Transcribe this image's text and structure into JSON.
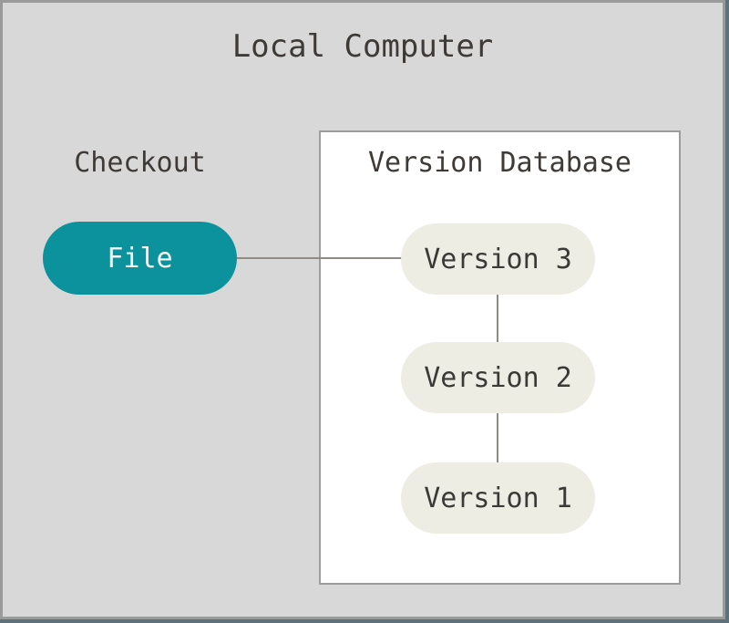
{
  "diagram": {
    "title": "Local Computer",
    "checkout": {
      "label": "Checkout",
      "file_node_label": "File"
    },
    "version_database": {
      "title": "Version Database",
      "versions": [
        {
          "label": "Version 3"
        },
        {
          "label": "Version 2"
        },
        {
          "label": "Version 1"
        }
      ]
    },
    "colors": {
      "canvas_background": "#d8d8d8",
      "frame_border": "#9a9a9a",
      "window_edge": "#5d727b",
      "file_node_fill": "#0b929c",
      "file_node_text": "#ffffff",
      "version_node_fill": "#eeede4",
      "database_box_fill": "#ffffff",
      "label_text": "#3e3a36",
      "connector_line": "#8e8a84"
    }
  }
}
